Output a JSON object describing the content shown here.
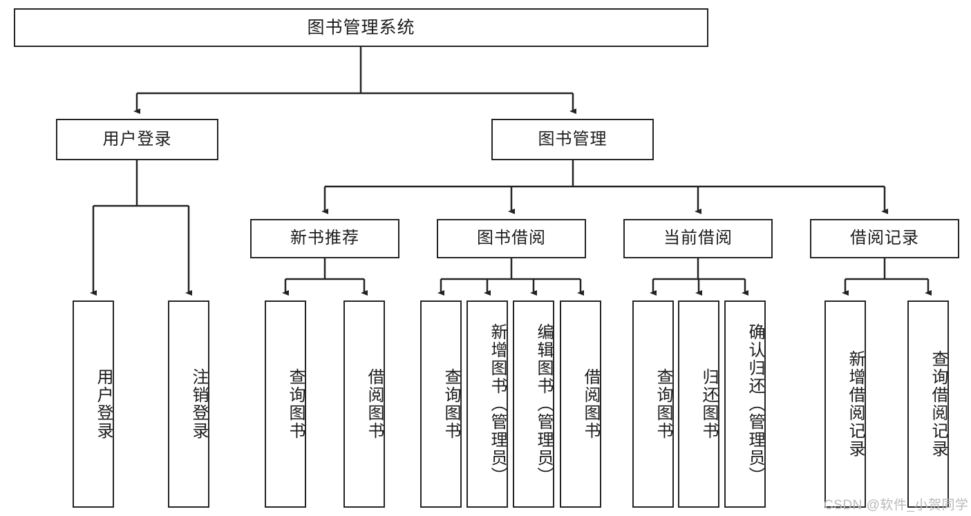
{
  "diagram": {
    "title": "图书管理系统",
    "watermark": "CSDN @软件_小贺同学",
    "colors": {
      "box_border": "#232323",
      "box_fill": "#ffffff",
      "connector": "#232323",
      "text": "#1b1b1b",
      "watermark": "#b9b9b9"
    },
    "nodes": {
      "root": "图书管理系统",
      "user_login": "用户登录",
      "book_manage": "图书管理",
      "new_book_recommend": "新书推荐",
      "book_borrow": "图书借阅",
      "current_borrow": "当前借阅",
      "borrow_record": "借阅记录",
      "leaf_user_login": "用户登录",
      "leaf_logout_login": "注销登录",
      "leaf_query_book_1": "查询图书",
      "leaf_borrow_book_1": "借阅图书",
      "leaf_query_book_2": "查询图书",
      "leaf_add_book_admin": "新增图书（管理员）",
      "leaf_edit_book_admin": "编辑图书（管理员）",
      "leaf_borrow_book_2": "借阅图书",
      "leaf_query_book_3": "查询图书",
      "leaf_return_book": "归还图书",
      "leaf_confirm_return_admin": "确认归还（管理员）",
      "leaf_add_borrow_record": "新增借阅记录",
      "leaf_query_borrow_record": "查询借阅记录"
    }
  }
}
